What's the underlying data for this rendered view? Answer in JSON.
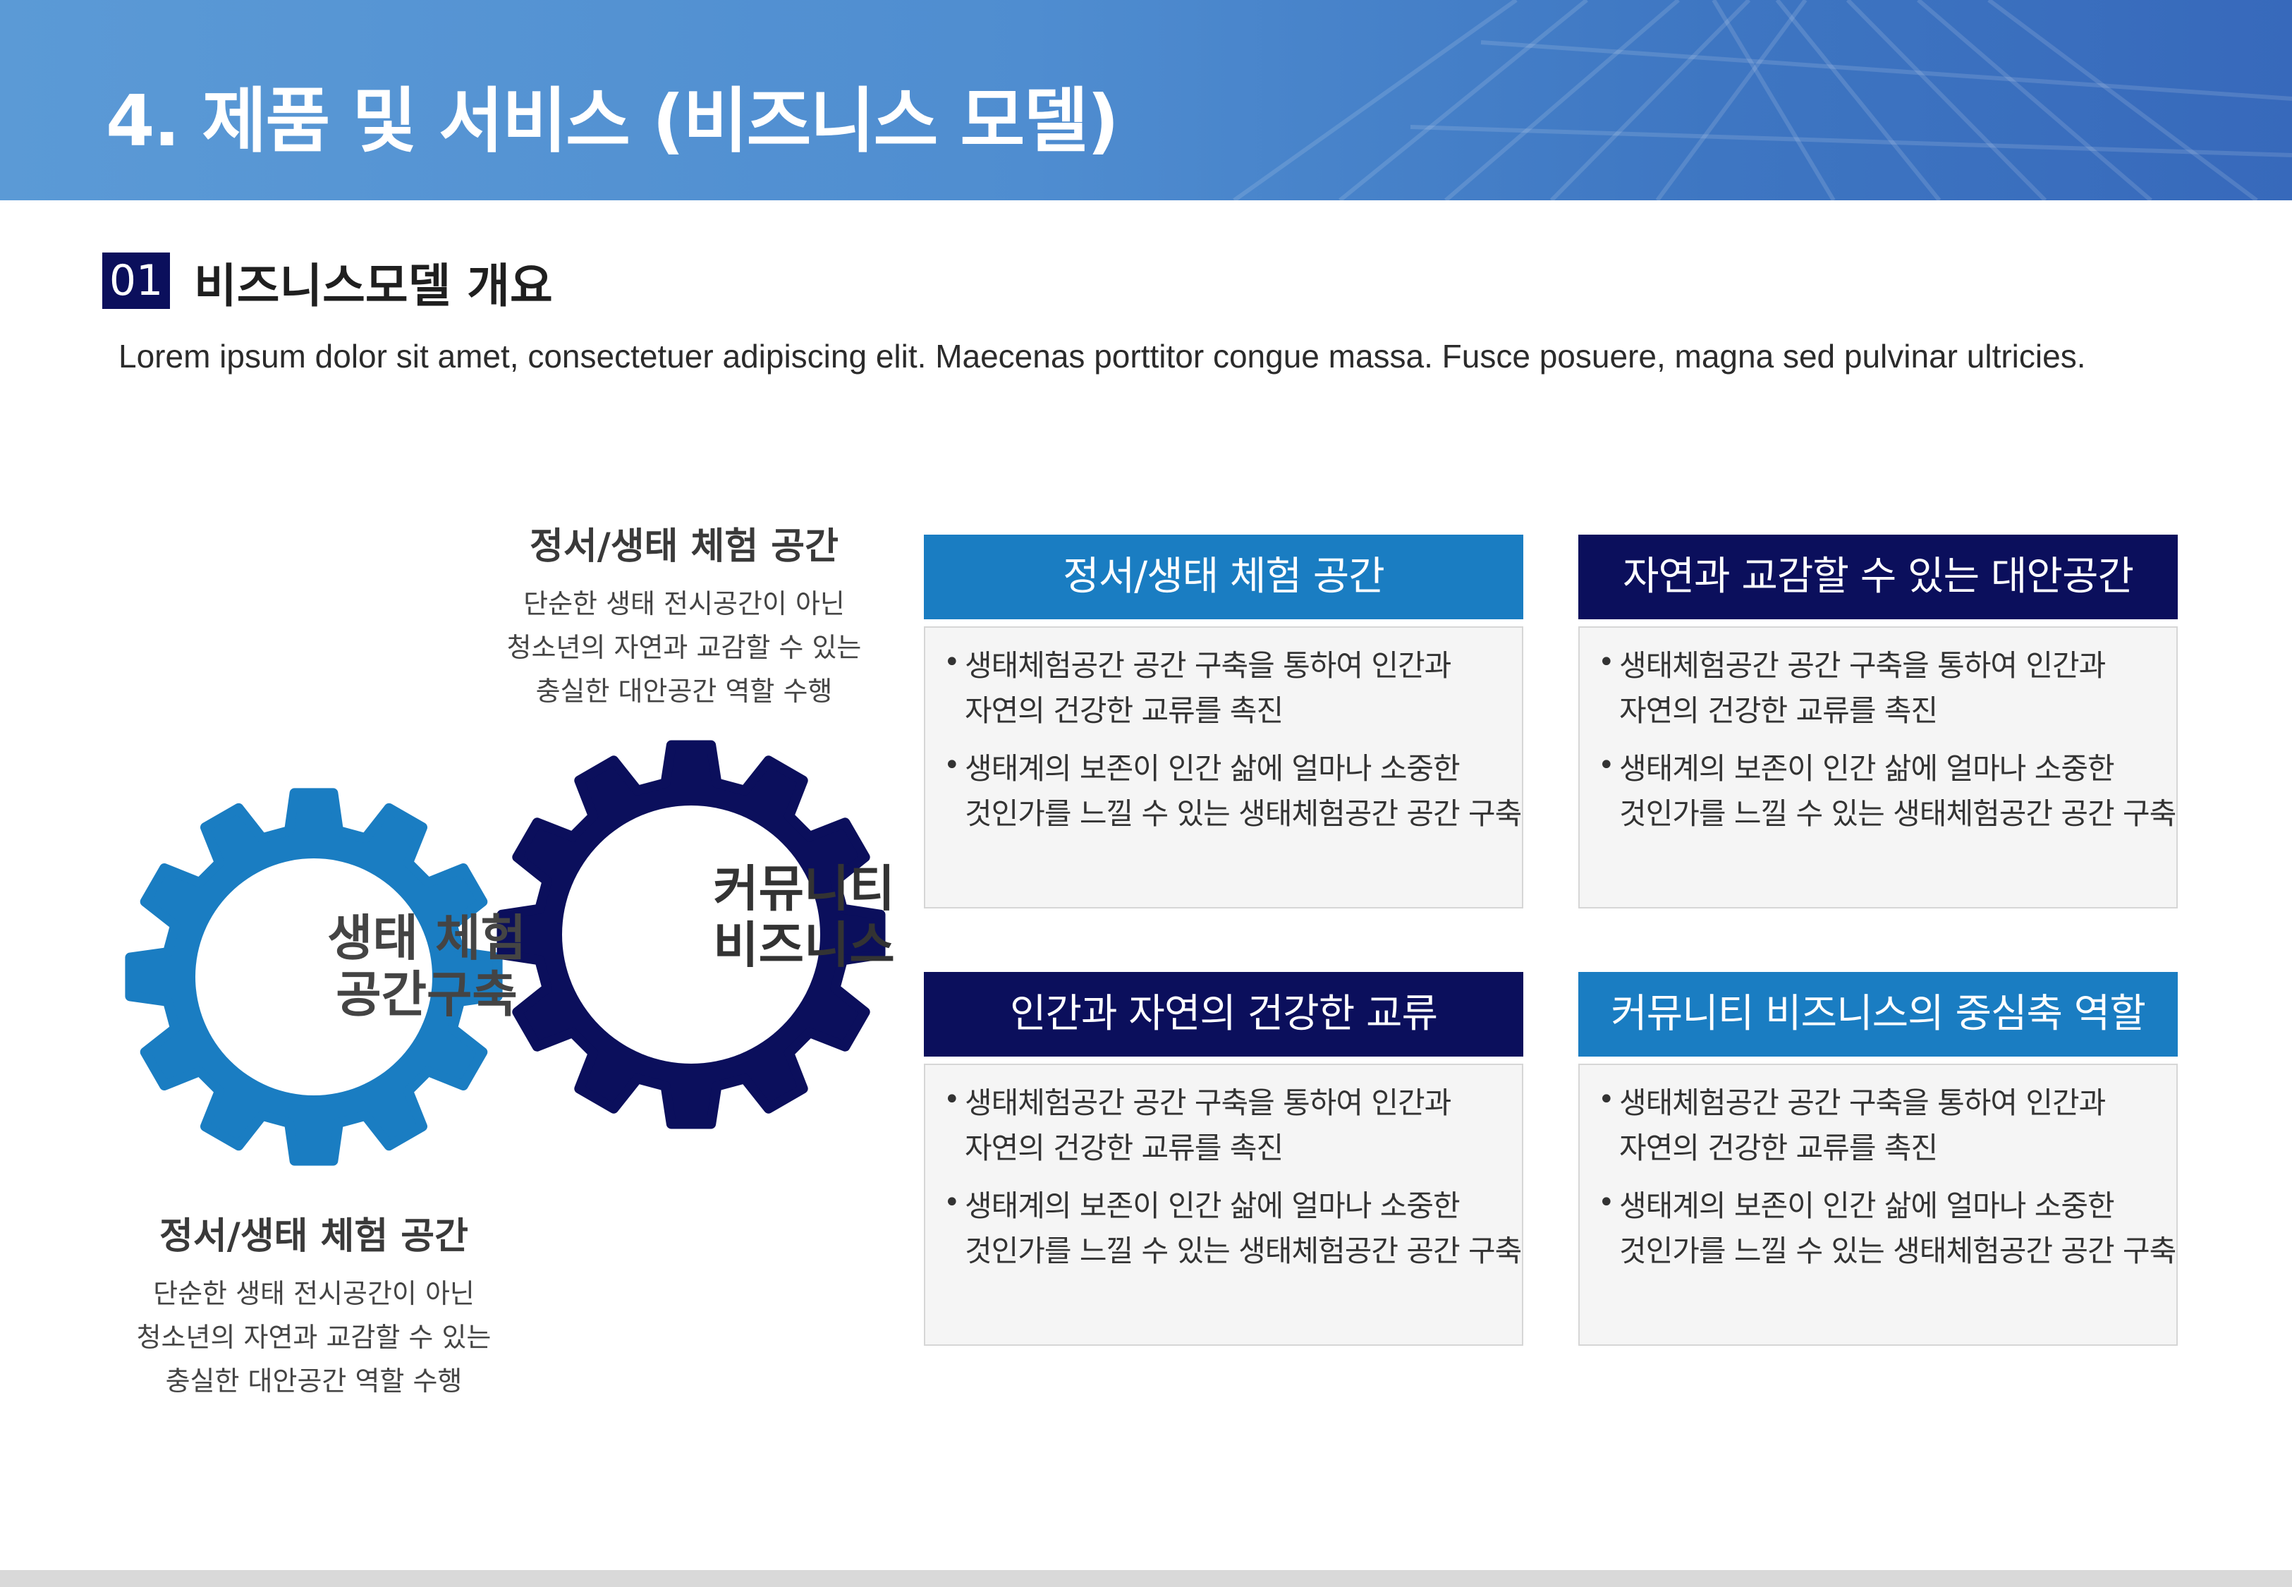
{
  "page": {
    "title": "4. 제품 및 서비스 (비즈니스 모델)"
  },
  "section": {
    "number": "01",
    "title": "비즈니스모델 개요",
    "description": "Lorem ipsum dolor sit amet, consectetuer adipiscing elit. Maecenas porttitor congue massa. Fusce posuere, magna sed pulvinar ultricies."
  },
  "gears": [
    {
      "line1": "생태 체험",
      "line2": "공간구축",
      "color": "#1a7dc2"
    },
    {
      "line1": "커뮤니티",
      "line2": "비즈니스",
      "color": "#0b0f5c"
    }
  ],
  "captions": {
    "top": {
      "title": "정서/생태 체험 공간",
      "lines": [
        "단순한 생태 전시공간이 아닌",
        "청소년의 자연과 교감할 수 있는",
        "충실한 대안공간 역할 수행"
      ]
    },
    "bottom": {
      "title": "정서/생태 체험 공간",
      "lines": [
        "단순한 생태 전시공간이 아닌",
        "청소년의 자연과 교감할 수 있는",
        "충실한 대안공간 역할 수행"
      ]
    }
  },
  "cards": [
    {
      "title": "정서/생태 체험 공간",
      "color": "#1a7dc2",
      "bullets": [
        [
          "생태체험공간 공간 구축을 통하여 인간과",
          "자연의 건강한 교류를 촉진"
        ],
        [
          "생태계의 보존이 인간 삶에 얼마나 소중한",
          "것인가를 느낄 수 있는 생태체험공간 공간 구축"
        ]
      ]
    },
    {
      "title": "자연과 교감할 수 있는 대안공간",
      "color": "#0b0f5c",
      "bullets": [
        [
          "생태체험공간 공간 구축을 통하여 인간과",
          "자연의 건강한 교류를 촉진"
        ],
        [
          "생태계의 보존이 인간 삶에 얼마나 소중한",
          "것인가를 느낄 수 있는 생태체험공간 공간 구축"
        ]
      ]
    },
    {
      "title": "인간과 자연의 건강한 교류",
      "color": "#0b0f5c",
      "bullets": [
        [
          "생태체험공간 공간 구축을 통하여 인간과",
          "자연의 건강한 교류를 촉진"
        ],
        [
          "생태계의 보존이 인간 삶에 얼마나 소중한",
          "것인가를 느낄 수 있는 생태체험공간 공간 구축"
        ]
      ]
    },
    {
      "title": "커뮤니티 비즈니스의 중심축  역할",
      "color": "#1a7dc2",
      "bullets": [
        [
          "생태체험공간 공간 구축을 통하여 인간과",
          "자연의 건강한 교류를 촉진"
        ],
        [
          "생태계의 보존이 인간 삶에 얼마나 소중한",
          "것인가를 느낄 수 있는 생태체험공간 공간 구축"
        ]
      ]
    }
  ],
  "colors": {
    "navy": "#0b0f5c",
    "blue": "#1a7dc2",
    "banner": "#4f8dd0"
  }
}
